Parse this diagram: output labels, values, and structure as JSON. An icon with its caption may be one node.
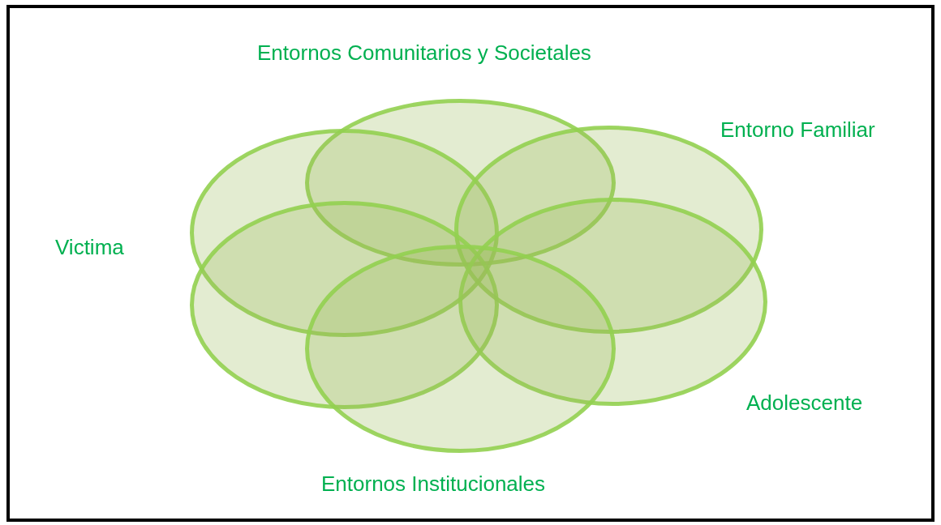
{
  "diagram": {
    "nodes": [
      {
        "text": [],
        "shape": "ellipse"
      },
      {
        "text": [],
        "shape": "ellipse"
      },
      {
        "text": [],
        "shape": "ellipse"
      },
      {
        "text": [],
        "shape": "ellipse"
      },
      {
        "text": [],
        "shape": "ellipse"
      },
      {
        "text": [],
        "shape": "ellipse"
      }
    ],
    "labels": [
      "Entornos Comunitarios y Societales",
      "Entorno Familiar",
      "Victima",
      "Adolescente",
      "Entornos Institucionales"
    ]
  }
}
